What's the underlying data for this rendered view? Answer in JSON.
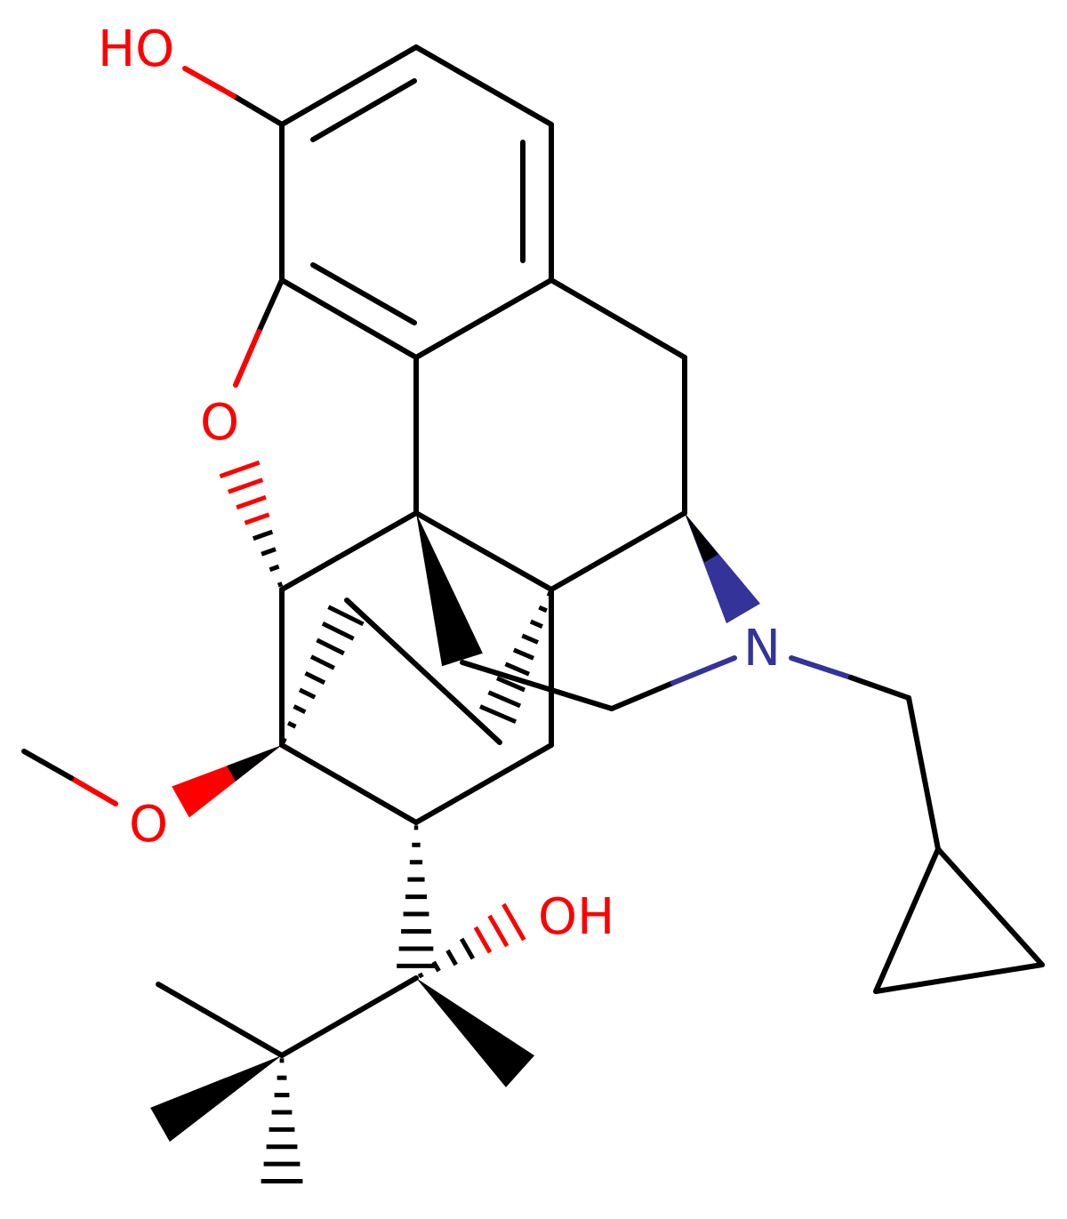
{
  "molecule": {
    "labels": {
      "phenol_oh": "HO",
      "ether_o": "O",
      "methoxy_o": "O",
      "amine_n": "N",
      "alcohol_oh": "OH"
    },
    "colors": {
      "bond": "#000000",
      "oxygen": "#ff0000",
      "nitrogen": "#333399"
    }
  }
}
